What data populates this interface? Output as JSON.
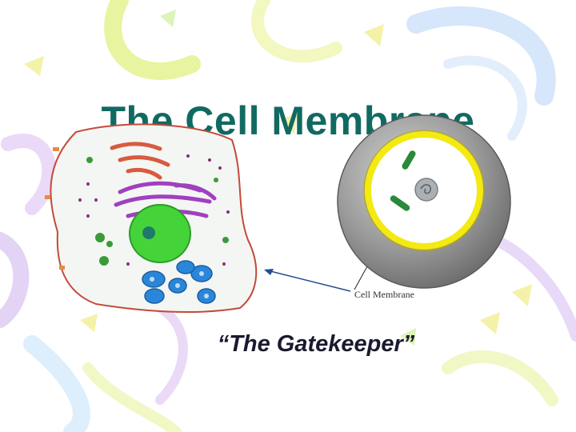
{
  "slide": {
    "title": "The Cell Membrane",
    "subtitle": "“The Gatekeeper”"
  },
  "diagram": {
    "callout_label": "Cell Membrane"
  },
  "colors": {
    "title": "#106a62",
    "membrane_ring": "#f2ea10",
    "nucleus": "#44d43a",
    "cell_gray": "#8a8a8a"
  },
  "icons": [
    "decorative-background",
    "animal-cell-illustration",
    "cell-cross-section-illustration"
  ]
}
